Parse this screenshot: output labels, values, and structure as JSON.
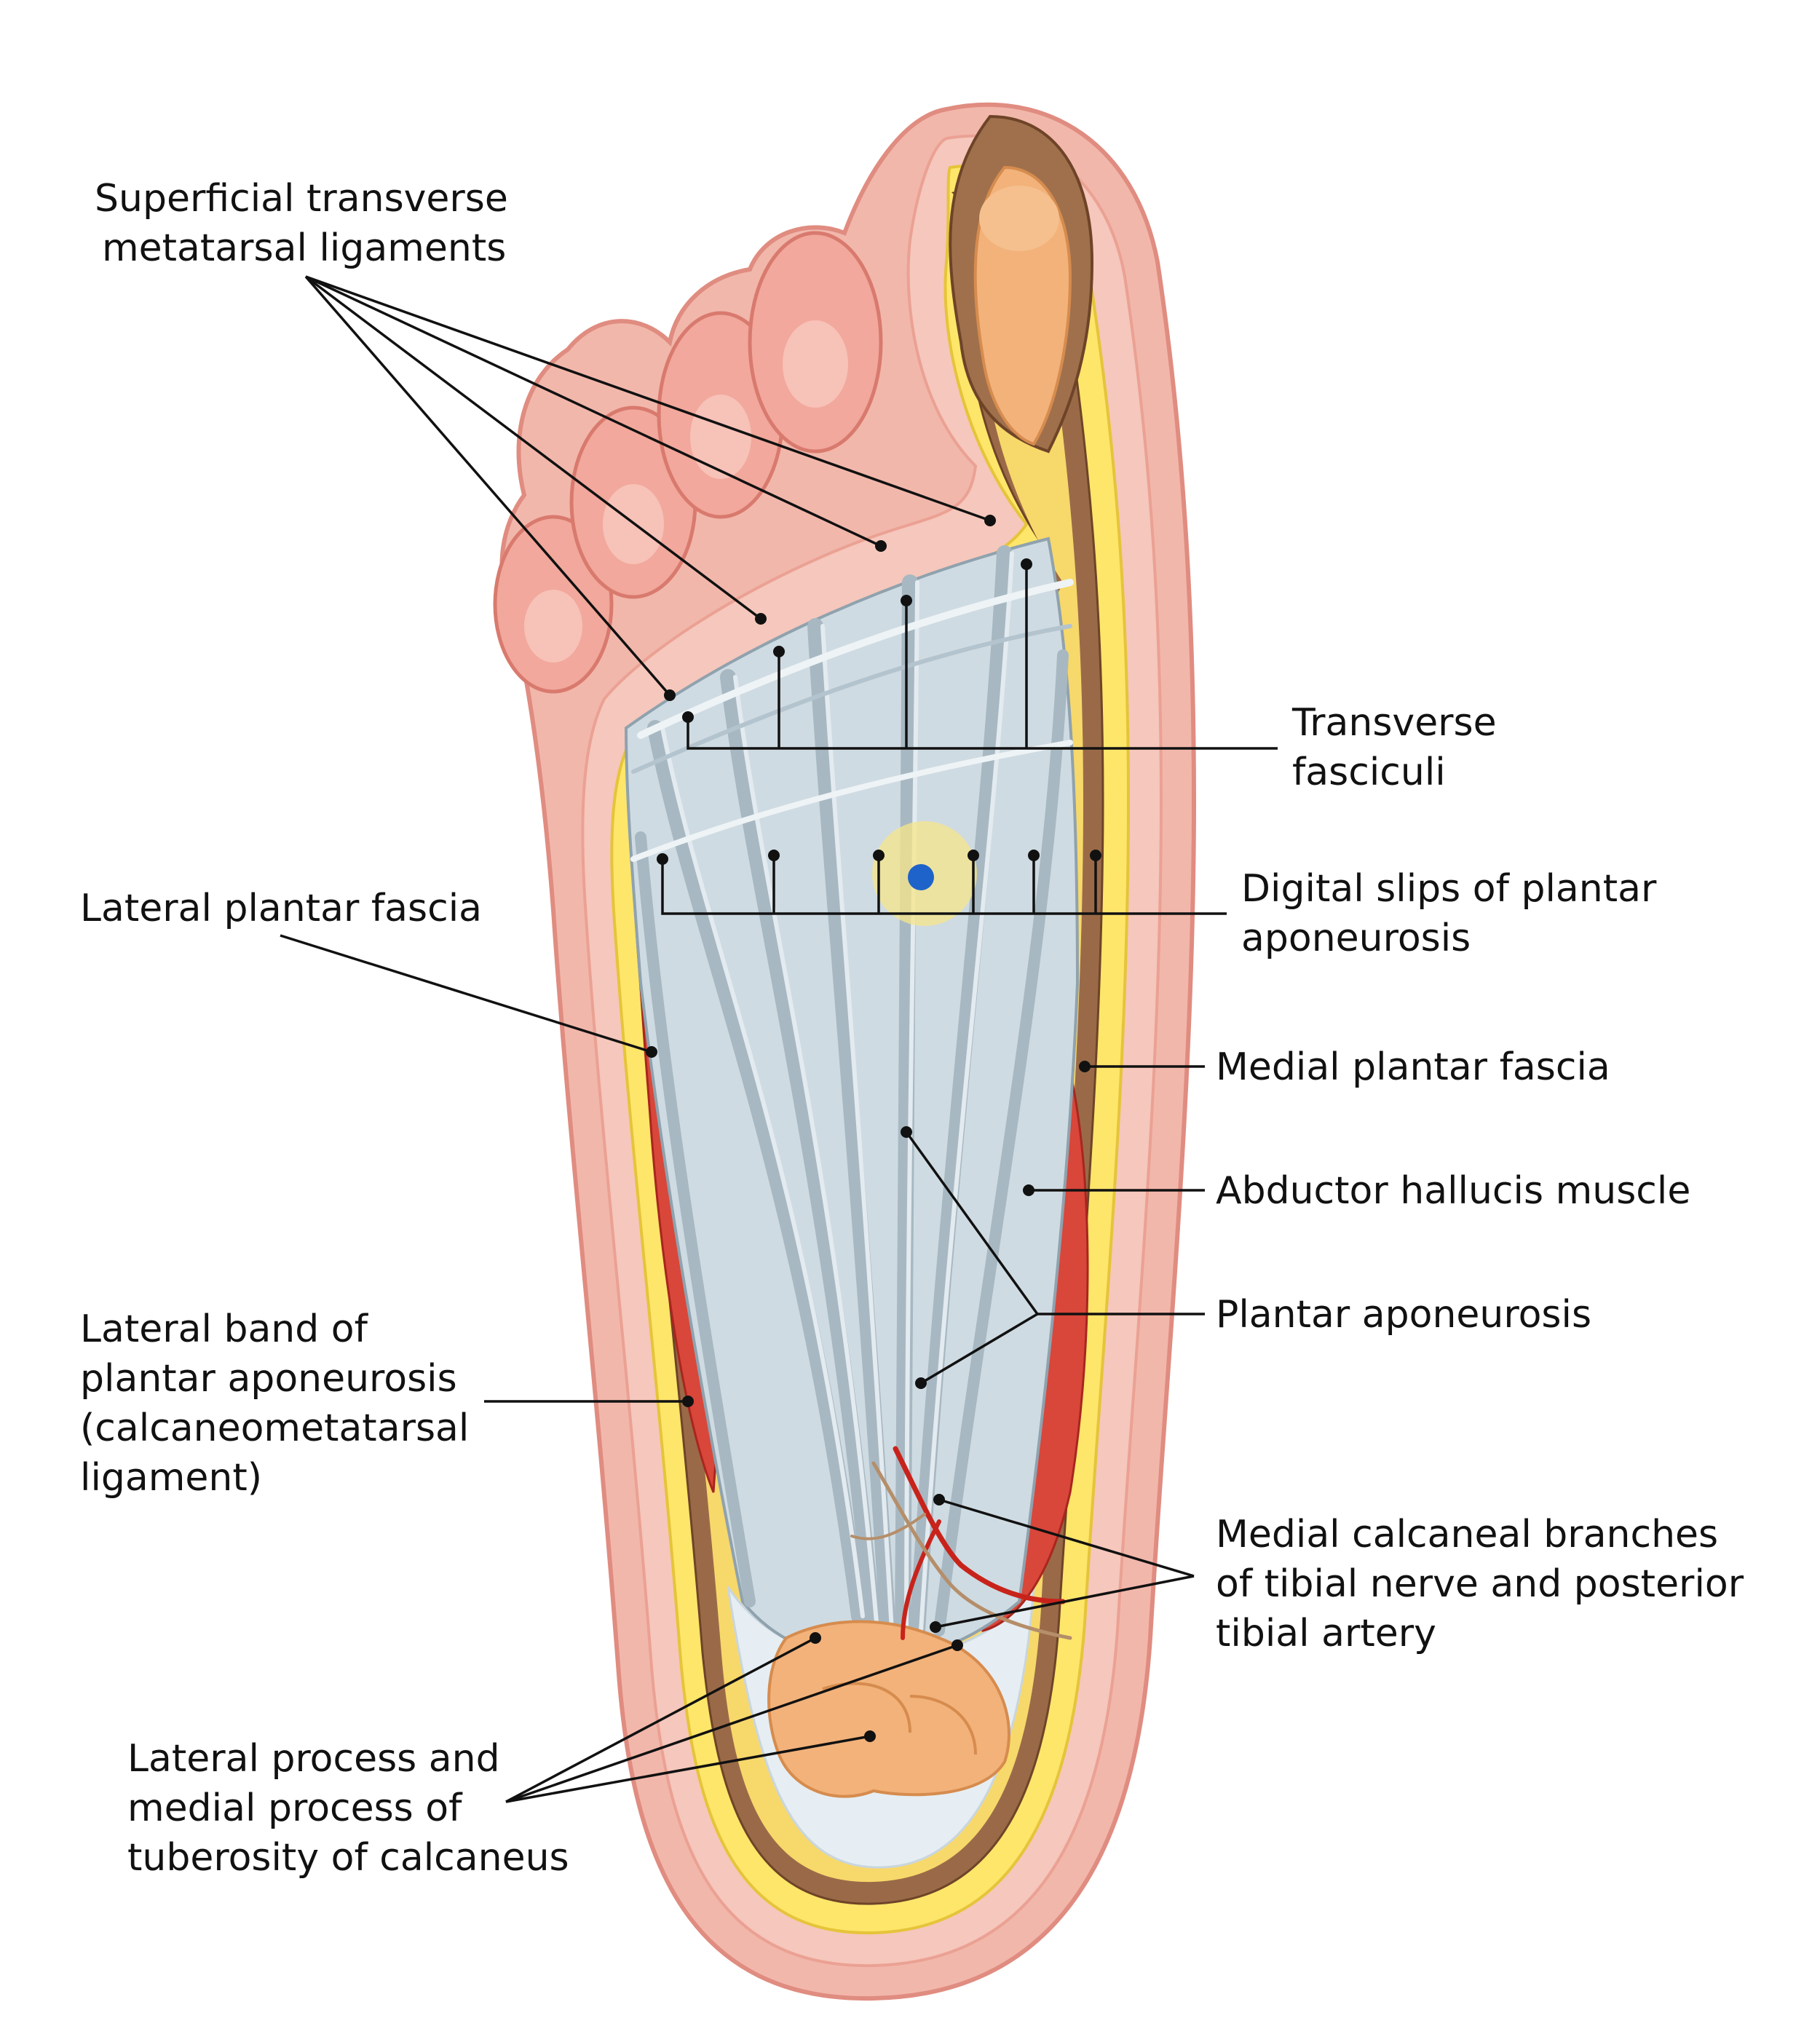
{
  "labels": {
    "superficial_transverse": [
      "Superficial transverse",
      "metatarsal ligaments"
    ],
    "transverse_fasciculi": [
      "Transverse",
      "fasciculi"
    ],
    "lateral_plantar_fascia": [
      "Lateral plantar fascia"
    ],
    "digital_slips": [
      "Digital slips of plantar",
      "aponeurosis"
    ],
    "medial_plantar_fascia": [
      "Medial plantar fascia"
    ],
    "abductor_hallucis": [
      "Abductor hallucis muscle"
    ],
    "plantar_aponeurosis": [
      "Plantar aponeurosis"
    ],
    "lateral_band": [
      "Lateral band of",
      "plantar aponeurosis",
      "(calcaneometatarsal",
      "ligament)"
    ],
    "medial_calcaneal_branches": [
      "Medial calcaneal branches",
      "of tibial nerve and posterior",
      "tibial artery"
    ],
    "calcaneus_processes": [
      "Lateral process and",
      "medial process of",
      "tuberosity of calcaneus"
    ]
  },
  "colors": {
    "skin": "#f2b7ab",
    "skin_dark": "#e08c80",
    "fat": "#fce96a",
    "fat_dark": "#8a5a3a",
    "fascia": "#c7d4dc",
    "fascia_line": "#8fa2ae",
    "muscle": "#d9463a",
    "bone": "#f2b27a",
    "highlight": "#f7e58a",
    "nerve_dot": "#1e63c9",
    "artery": "#c8231b",
    "text": "#111111"
  }
}
